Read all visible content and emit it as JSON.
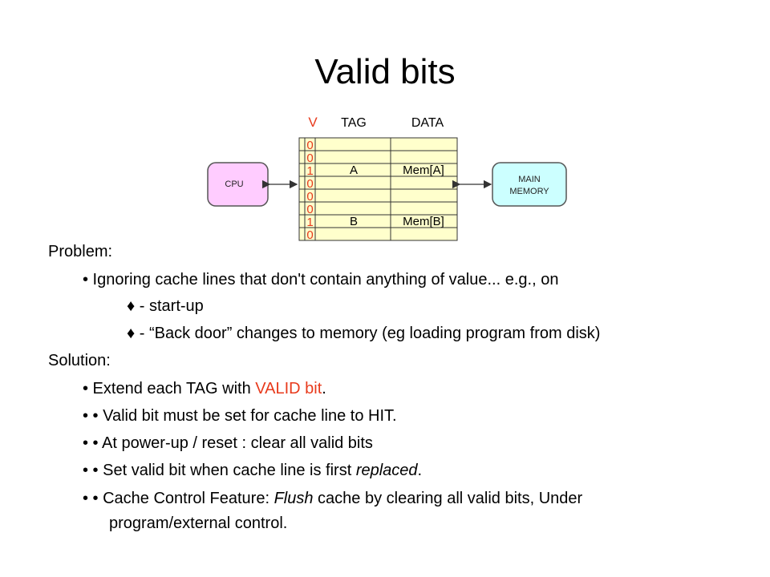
{
  "slide": {
    "title": "Valid bits"
  },
  "diagram": {
    "header_v": "V",
    "header_tag": "TAG",
    "header_data": "DATA",
    "valid_bits": [
      "0",
      "0",
      "1",
      "0",
      "0",
      "0",
      "1",
      "0"
    ],
    "rows": [
      {
        "tag": "",
        "data": ""
      },
      {
        "tag": "",
        "data": ""
      },
      {
        "tag": "A",
        "data": "Mem[A]"
      },
      {
        "tag": "",
        "data": ""
      },
      {
        "tag": "",
        "data": ""
      },
      {
        "tag": "",
        "data": ""
      },
      {
        "tag": "B",
        "data": "Mem[B]"
      },
      {
        "tag": "",
        "data": ""
      }
    ],
    "cpu_label": "CPU",
    "memory_label_1": "MAIN",
    "memory_label_2": "MEMORY",
    "colors": {
      "cpu_fill": "#ffccff",
      "memory_fill": "#ccffff",
      "valid_bit": "#e83a1c",
      "cache_fill": "#ffffcc"
    }
  },
  "body": {
    "problem_heading": "Problem:",
    "problem_bullet": "• Ignoring cache lines that don't contain anything of value... e.g., on",
    "sub1": "♦ - start-up",
    "sub2": "♦ - “Back door” changes to memory (eg loading program from disk)",
    "solution_heading": "Solution:",
    "sol1_pre": "• Extend each TAG with ",
    "sol1_red": "VALID bit",
    "sol1_post": ".",
    "sol2": "• • Valid bit must be set for cache line to HIT.",
    "sol3": "• • At power-up / reset : clear all valid bits",
    "sol4_pre": "• • Set valid bit when cache line is first ",
    "sol4_em": "replaced",
    "sol4_post": ".",
    "sol5_pre": "• • Cache Control Feature: ",
    "sol5_em": "Flush",
    "sol5_post": " cache by clearing all valid bits, Under",
    "sol5_cont": "program/external control."
  }
}
